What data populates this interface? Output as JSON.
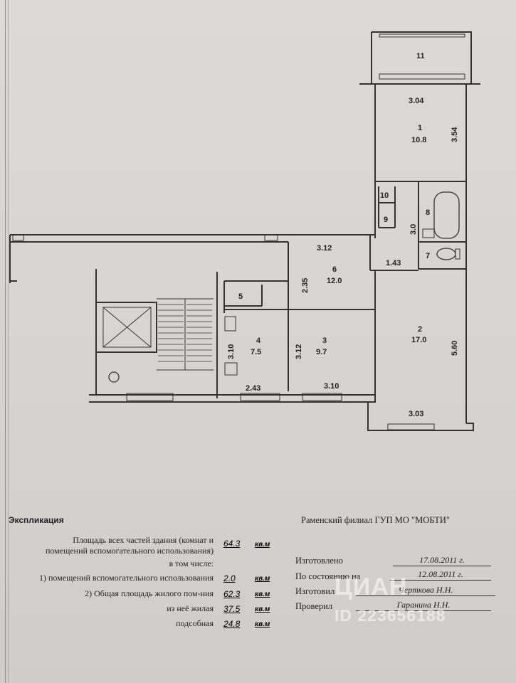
{
  "plan": {
    "rooms": [
      {
        "num": "11",
        "area": ""
      },
      {
        "num": "1",
        "area": "10.8"
      },
      {
        "num": "2",
        "area": "17.0"
      },
      {
        "num": "3",
        "area": "9.7"
      },
      {
        "num": "4",
        "area": "7.5"
      },
      {
        "num": "5",
        "area": ""
      },
      {
        "num": "6",
        "area": "12.0"
      },
      {
        "num": "7",
        "area": ""
      },
      {
        "num": "8",
        "area": ""
      },
      {
        "num": "9",
        "area": ""
      },
      {
        "num": "10",
        "area": ""
      }
    ],
    "dims": [
      "3.04",
      "3.54",
      "3.0",
      "3.12",
      "1.43",
      "2.35",
      "5.60",
      "3.03",
      "3.10",
      "2.43",
      "3.12",
      "3.10"
    ]
  },
  "explication": {
    "title": "Экспликация",
    "total_label_1": "Площадь всех частей здания (комнат и",
    "total_label_2": "помещений вспомогательного использования)",
    "total_value": "64.3",
    "unit": "кв.м",
    "including": "в том числе:",
    "aux_label": "1) помещений вспомогательного использования",
    "aux_value": "2.0",
    "living_total_label": "2) Общая площадь жилого пом-ния",
    "living_total_value": "62.3",
    "living_label": "из неё жилая",
    "living_value": "37.5",
    "utility_label": "подсобная",
    "utility_value": "24.8"
  },
  "registry": {
    "org": "Раменский филиал ГУП МО \"МОБТИ\"",
    "made_label": "Изготовлено",
    "made_value": "17.08.2011 г.",
    "state_label": "По состоянию на",
    "state_value": "12.08.2011 г.",
    "maker_label": "Изготовил",
    "maker_value": "Черткова Н.Н.",
    "checker_label": "Проверил",
    "checker_value": "Гаранина Н.Н."
  },
  "watermark": {
    "brand": "ЦИАН",
    "id": "ID 223656188"
  }
}
